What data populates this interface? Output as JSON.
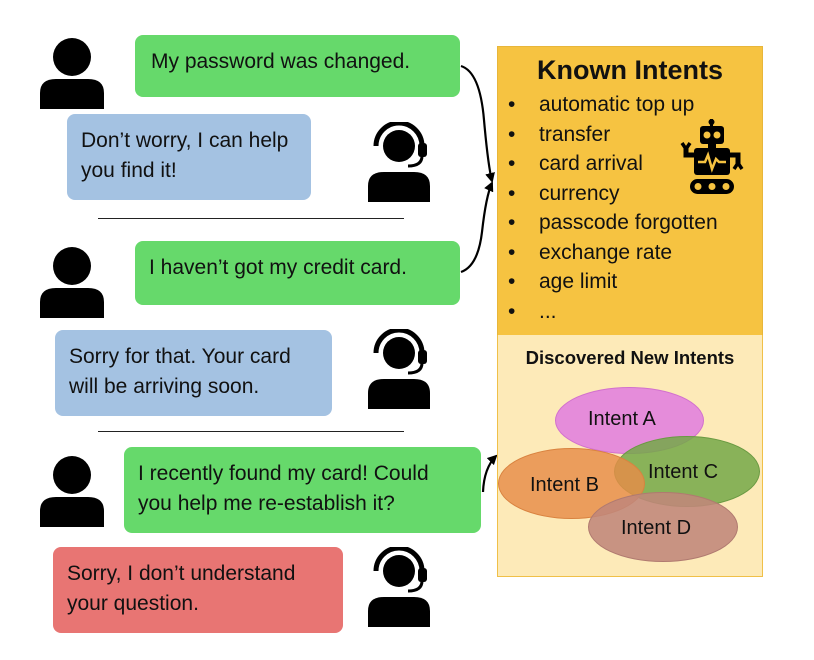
{
  "conversations": [
    {
      "user_message": "My password was changed.",
      "agent_message": "Don’t worry, I can help you find it!"
    },
    {
      "user_message": "I haven’t got my credit card.",
      "agent_message": "Sorry for that. Your card will be arriving soon."
    },
    {
      "user_message": "I recently found my card! Could you help me re-establish it?",
      "agent_message": "Sorry, I don’t understand your question."
    }
  ],
  "known_intents": {
    "title": "Known Intents",
    "items": [
      "automatic top up",
      "transfer",
      "card arrival",
      "currency",
      "passcode forgotten",
      "exchange rate",
      "age limit",
      "..."
    ]
  },
  "discovered_intents": {
    "title": "Discovered New Intents",
    "intents": [
      "Intent A",
      "Intent B",
      "Intent C",
      "Intent D"
    ]
  },
  "colors": {
    "user_bubble": "#66d96b",
    "agent_bubble": "#a4c2e2",
    "failed_bubble": "#e87573",
    "known_panel": "#f6c341",
    "discovered_panel": "#fdeab8",
    "intent_a": "#e58ee0",
    "intent_b": "#e89a5c",
    "intent_c": "#7fae52",
    "intent_d": "#c88e84"
  },
  "icons": [
    "user-icon",
    "agent-headset-icon",
    "robot-icon"
  ]
}
